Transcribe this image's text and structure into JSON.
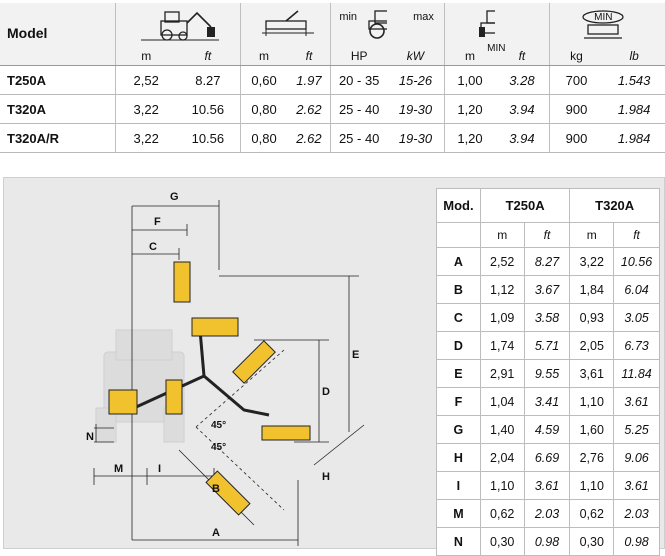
{
  "specs": {
    "model_label": "Model",
    "units": [
      "m",
      "ft",
      "m",
      "ft",
      "HP",
      "kW",
      "m",
      "ft",
      "kg",
      "lb"
    ],
    "power_min": "min",
    "power_max": "max",
    "width_min": "MIN",
    "weight_min": "MIN",
    "rows": [
      {
        "model": "T250A",
        "reach_m": "2,52",
        "reach_ft": "8.27",
        "cut_m": "0,60",
        "cut_ft": "1.97",
        "hp": "20 - 35",
        "kw": "15-26",
        "width_m": "1,00",
        "width_ft": "3.28",
        "kg": "700",
        "lb": "1.543"
      },
      {
        "model": "T320A",
        "reach_m": "3,22",
        "reach_ft": "10.56",
        "cut_m": "0,80",
        "cut_ft": "2.62",
        "hp": "25 - 40",
        "kw": "19-30",
        "width_m": "1,20",
        "width_ft": "3.94",
        "kg": "900",
        "lb": "1.984"
      },
      {
        "model": "T320A/R",
        "reach_m": "3,22",
        "reach_ft": "10.56",
        "cut_m": "0,80",
        "cut_ft": "2.62",
        "hp": "25 - 40",
        "kw": "19-30",
        "width_m": "1,20",
        "width_ft": "3.94",
        "kg": "900",
        "lb": "1.984"
      }
    ]
  },
  "dims": {
    "mod_label": "Mod.",
    "model_a": "T250A",
    "model_b": "T320A",
    "units": [
      "m",
      "ft",
      "m",
      "ft"
    ],
    "rows": [
      {
        "k": "A",
        "a_m": "2,52",
        "a_ft": "8.27",
        "b_m": "3,22",
        "b_ft": "10.56"
      },
      {
        "k": "B",
        "a_m": "1,12",
        "a_ft": "3.67",
        "b_m": "1,84",
        "b_ft": "6.04"
      },
      {
        "k": "C",
        "a_m": "1,09",
        "a_ft": "3.58",
        "b_m": "0,93",
        "b_ft": "3.05"
      },
      {
        "k": "D",
        "a_m": "1,74",
        "a_ft": "5.71",
        "b_m": "2,05",
        "b_ft": "6.73"
      },
      {
        "k": "E",
        "a_m": "2,91",
        "a_ft": "9.55",
        "b_m": "3,61",
        "b_ft": "11.84"
      },
      {
        "k": "F",
        "a_m": "1,04",
        "a_ft": "3.41",
        "b_m": "1,10",
        "b_ft": "3.61"
      },
      {
        "k": "G",
        "a_m": "1,40",
        "a_ft": "4.59",
        "b_m": "1,60",
        "b_ft": "5.25"
      },
      {
        "k": "H",
        "a_m": "2,04",
        "a_ft": "6.69",
        "b_m": "2,76",
        "b_ft": "9.06"
      },
      {
        "k": "I",
        "a_m": "1,10",
        "a_ft": "3.61",
        "b_m": "1,10",
        "b_ft": "3.61"
      },
      {
        "k": "M",
        "a_m": "0,62",
        "a_ft": "2.03",
        "b_m": "0,62",
        "b_ft": "2.03"
      },
      {
        "k": "N",
        "a_m": "0,30",
        "a_ft": "0.98",
        "b_m": "0,30",
        "b_ft": "0.98"
      }
    ]
  },
  "diagram": {
    "labels": {
      "G": "G",
      "F": "F",
      "C": "C",
      "E": "E",
      "D": "D",
      "H": "H",
      "B": "B",
      "A": "A",
      "M": "M",
      "I": "I",
      "N": "N",
      "angle1": "45°",
      "angle2": "45°"
    },
    "colors": {
      "mower": "#f2c22e",
      "outline": "#222222",
      "tractor": "#d8d8d8"
    }
  }
}
